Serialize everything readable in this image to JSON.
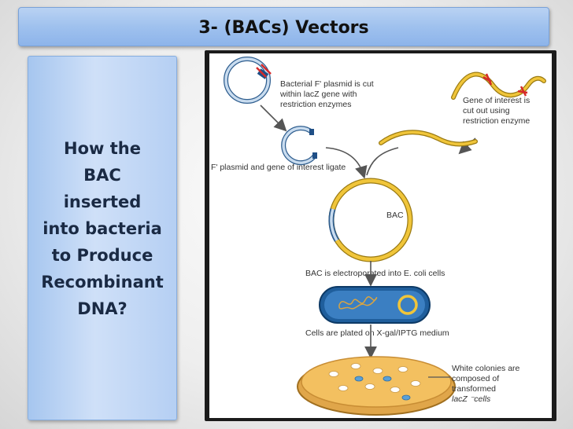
{
  "slide": {
    "title": "3- (BACs) Vectors"
  },
  "question": {
    "lines": [
      "How the",
      "BAC",
      "inserted",
      "into bacteria",
      "to Produce",
      "Recombinant",
      "DNA?"
    ]
  },
  "figure": {
    "label_plasmid_cut": [
      "Bacterial F' plasmid is cut",
      "within lacZ gene with",
      "restriction enzymes"
    ],
    "label_gene_cut": [
      "Gene of interest is",
      "cut out using",
      "restriction enzyme"
    ],
    "label_ligate": "F' plasmid and gene of interest ligate",
    "label_bac": "BAC",
    "label_electroporated": "BAC is electroporated into E. coli cells",
    "label_plated": "Cells are plated on X-gal/IPTG medium",
    "label_white_colonies": [
      "White colonies are",
      "composed of",
      "transformed",
      "lacZ ⁻cells"
    ],
    "colors": {
      "plasmid": "#c9dcef",
      "plasmid_stroke": "#2f5e8f",
      "gene": "#f0c53a",
      "restriction": "#d62a2a",
      "cell": "#1f5e9c",
      "medium": "#f3c060",
      "arrow": "#555555"
    }
  }
}
